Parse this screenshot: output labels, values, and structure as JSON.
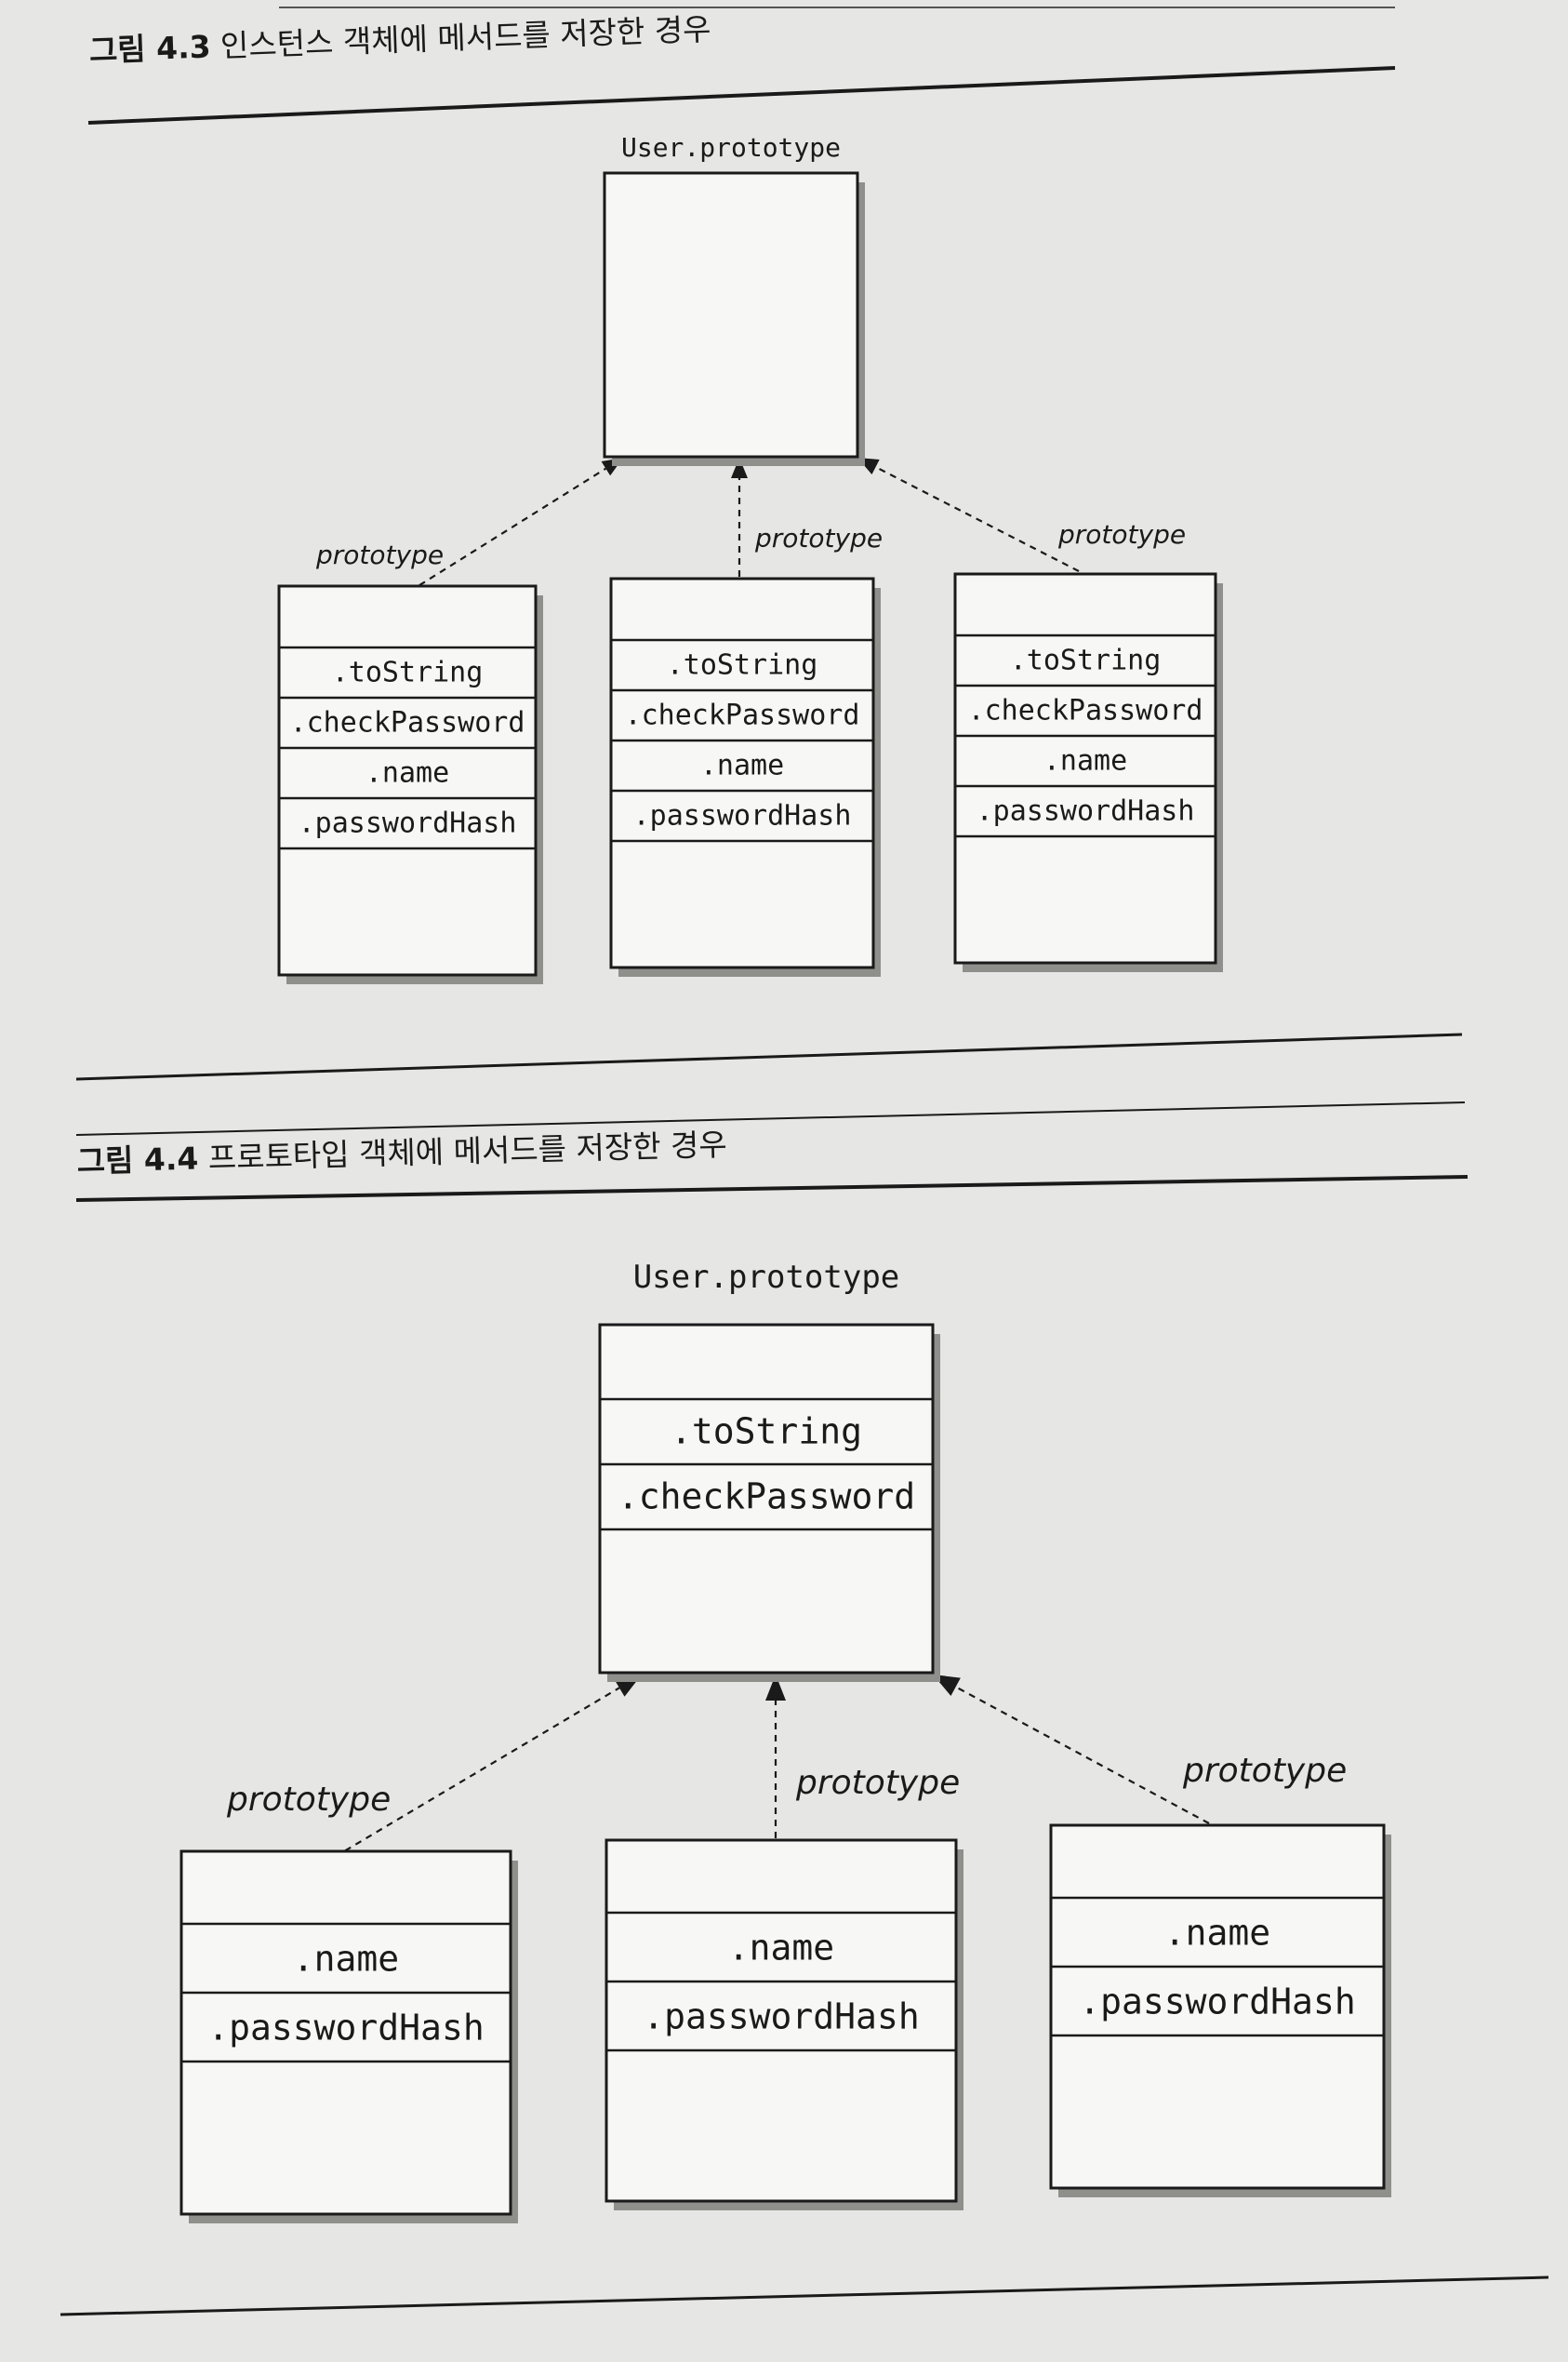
{
  "figures": [
    {
      "id": "fig43",
      "number": "그림 4.3",
      "title": "인스턴스 객체에 메서드를 저장한 경우",
      "root": {
        "label": "User.prototype",
        "fields": []
      },
      "edge_label": "prototype",
      "instances": [
        {
          "fields": [
            ".toString",
            ".checkPassword",
            ".name",
            ".passwordHash"
          ]
        },
        {
          "fields": [
            ".toString",
            ".checkPassword",
            ".name",
            ".passwordHash"
          ]
        },
        {
          "fields": [
            ".toString",
            ".checkPassword",
            ".name",
            ".passwordHash"
          ]
        }
      ]
    },
    {
      "id": "fig44",
      "number": "그림 4.4",
      "title": "프로토타입 객체에 메서드를 저장한 경우",
      "root": {
        "label": "User.prototype",
        "fields": [
          ".toString",
          ".checkPassword"
        ]
      },
      "edge_label": "prototype",
      "instances": [
        {
          "fields": [
            ".name",
            ".passwordHash"
          ]
        },
        {
          "fields": [
            ".name",
            ".passwordHash"
          ]
        },
        {
          "fields": [
            ".name",
            ".passwordHash"
          ]
        }
      ]
    }
  ]
}
